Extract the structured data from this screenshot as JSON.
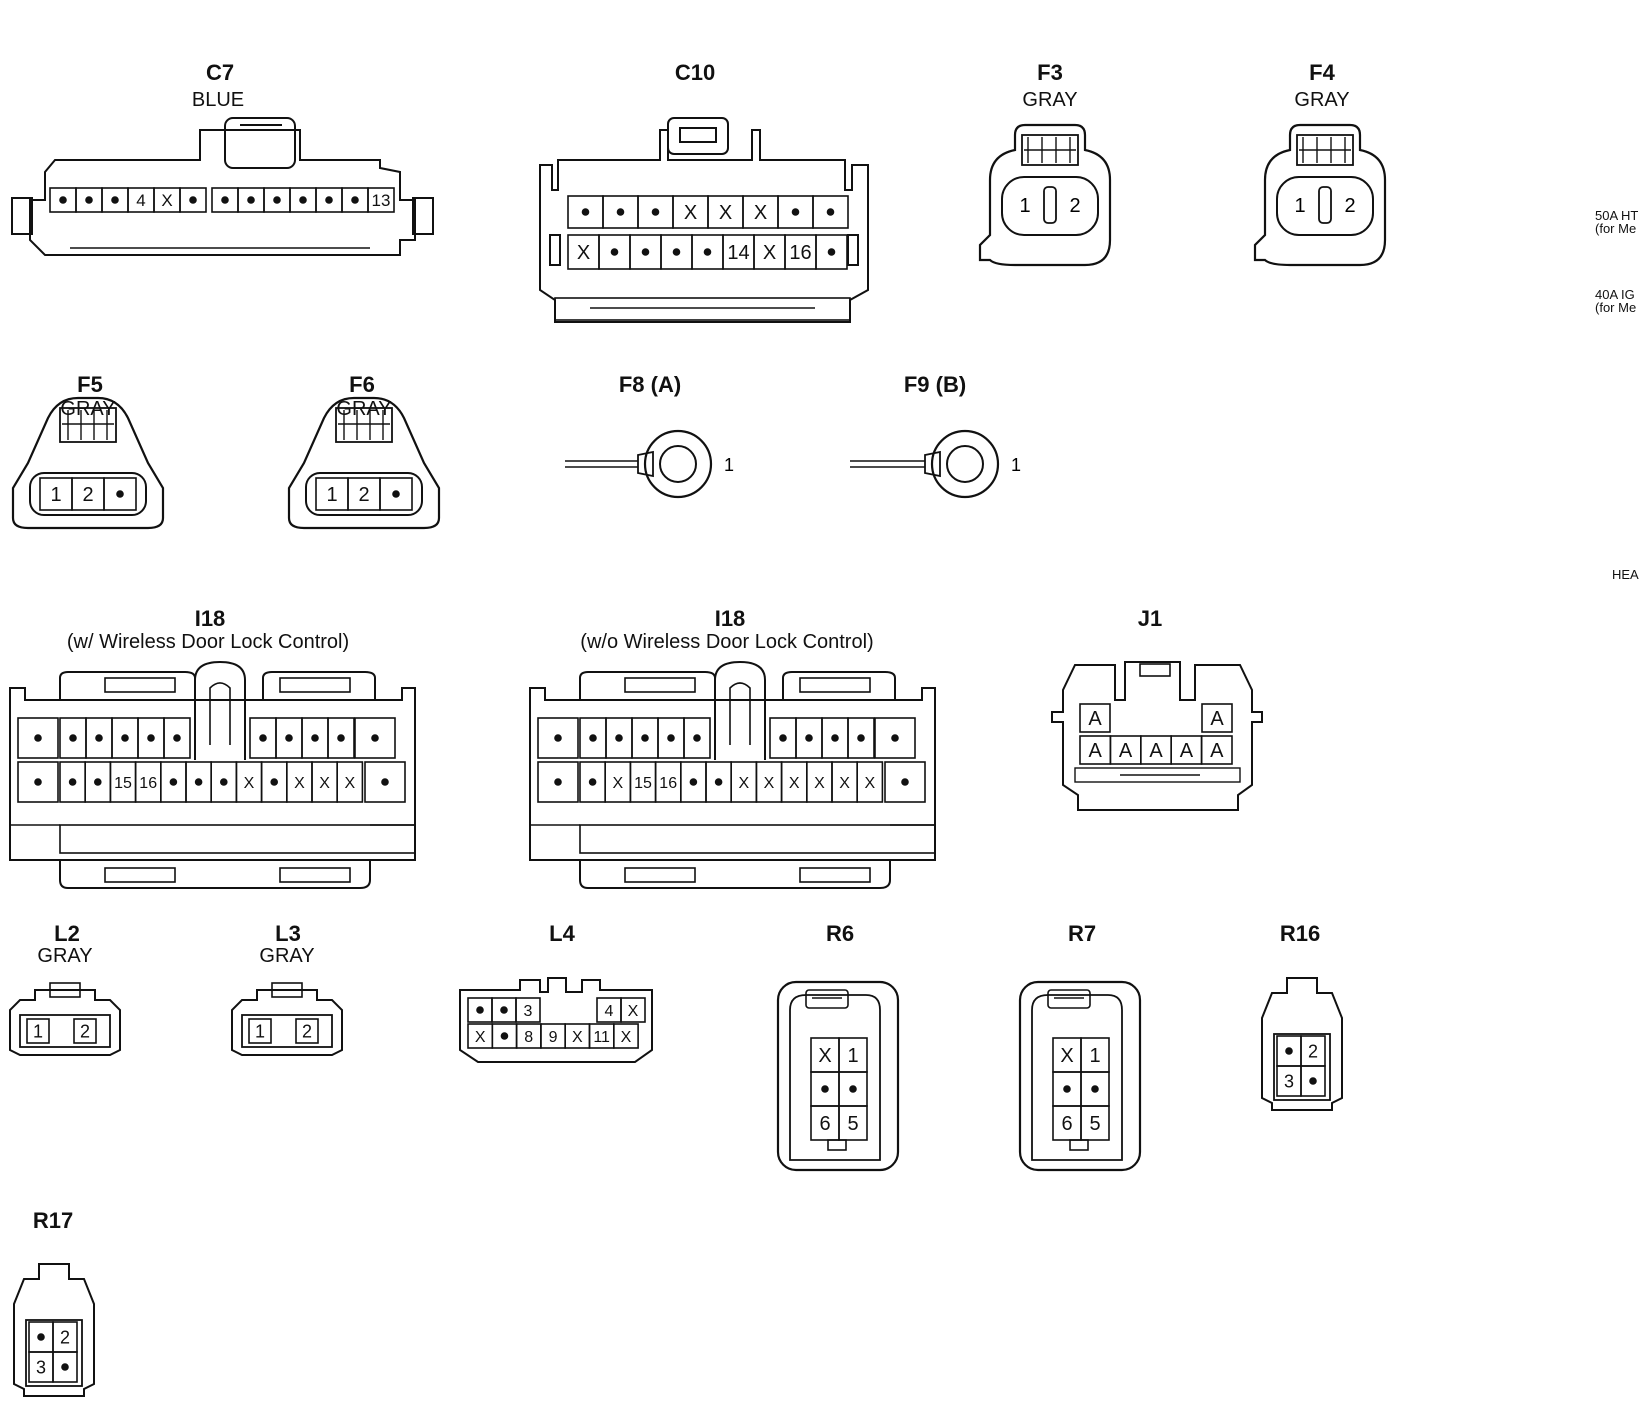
{
  "connectors": {
    "C7": {
      "code": "C7",
      "color": "BLUE",
      "rows": [
        [
          "•",
          "•",
          "•",
          "4",
          "X",
          "•"
        ],
        [
          "•",
          "•",
          "•",
          "•",
          "•",
          "•",
          "13"
        ]
      ]
    },
    "C10": {
      "code": "C10",
      "color": "",
      "rows": [
        [
          "•",
          "•",
          "•",
          "X",
          "X",
          "X",
          "•",
          "•"
        ],
        [
          "X",
          "•",
          "•",
          "•",
          "•",
          "14",
          "X",
          "16",
          "•"
        ]
      ]
    },
    "F3": {
      "code": "F3",
      "color": "GRAY",
      "pins": [
        "1",
        "2"
      ]
    },
    "F4": {
      "code": "F4",
      "color": "GRAY",
      "pins": [
        "1",
        "2"
      ]
    },
    "F5": {
      "code": "F5",
      "color": "GRAY",
      "pins": [
        "1",
        "2",
        "•"
      ]
    },
    "F6": {
      "code": "F6",
      "color": "GRAY",
      "pins": [
        "1",
        "2",
        "•"
      ]
    },
    "F8": {
      "code": "F8 (A)",
      "terminal": "1"
    },
    "F9": {
      "code": "F9 (B)",
      "terminal": "1"
    },
    "I18_w": {
      "code": "I18",
      "variant": "(w/ Wireless Door Lock Control)",
      "rows": [
        [
          "•",
          "•",
          "•",
          "•",
          "•",
          "•",
          "",
          "•",
          "•",
          "•",
          "•",
          "•"
        ],
        [
          "•",
          "•",
          "•",
          "15",
          "16",
          "•",
          "•",
          "•",
          "X",
          "•",
          "X",
          "X",
          "X",
          "•"
        ]
      ]
    },
    "I18_wo": {
      "code": "I18",
      "variant": "(w/o Wireless Door Lock Control)",
      "rows": [
        [
          "•",
          "•",
          "•",
          "•",
          "•",
          "•",
          "",
          "•",
          "•",
          "•",
          "•",
          "•"
        ],
        [
          "•",
          "•",
          "X",
          "15",
          "16",
          "•",
          "•",
          "X",
          "X",
          "X",
          "X",
          "X",
          "X",
          "•"
        ]
      ]
    },
    "J1": {
      "code": "J1",
      "rows": [
        [
          "A",
          "A"
        ],
        [
          "A",
          "A",
          "A",
          "A",
          "A"
        ]
      ]
    },
    "L2": {
      "code": "L2",
      "color": "GRAY",
      "pins": [
        "1",
        "2"
      ]
    },
    "L3": {
      "code": "L3",
      "color": "GRAY",
      "pins": [
        "1",
        "2"
      ]
    },
    "L4": {
      "code": "L4",
      "rows": [
        [
          "•",
          "•",
          "3",
          "4",
          "X"
        ],
        [
          "X",
          "•",
          "8",
          "9",
          "X",
          "11",
          "X"
        ]
      ]
    },
    "R6": {
      "code": "R6",
      "grid": [
        [
          "X",
          "1"
        ],
        [
          "•",
          "•"
        ],
        [
          "6",
          "5"
        ]
      ]
    },
    "R7": {
      "code": "R7",
      "grid": [
        [
          "X",
          "1"
        ],
        [
          "•",
          "•"
        ],
        [
          "6",
          "5"
        ]
      ]
    },
    "R16": {
      "code": "R16",
      "grid": [
        [
          "•",
          "2"
        ],
        [
          "3",
          "•"
        ]
      ]
    },
    "R17": {
      "code": "R17",
      "grid": [
        [
          "•",
          "2"
        ],
        [
          "3",
          "•"
        ]
      ]
    }
  },
  "side_notes": {
    "htr_50a": "50A HT",
    "htr_50a_sub": "(for Me",
    "ig_40a": "40A IG",
    "ig_40a_sub": "(for Me",
    "hea": "HEA"
  }
}
